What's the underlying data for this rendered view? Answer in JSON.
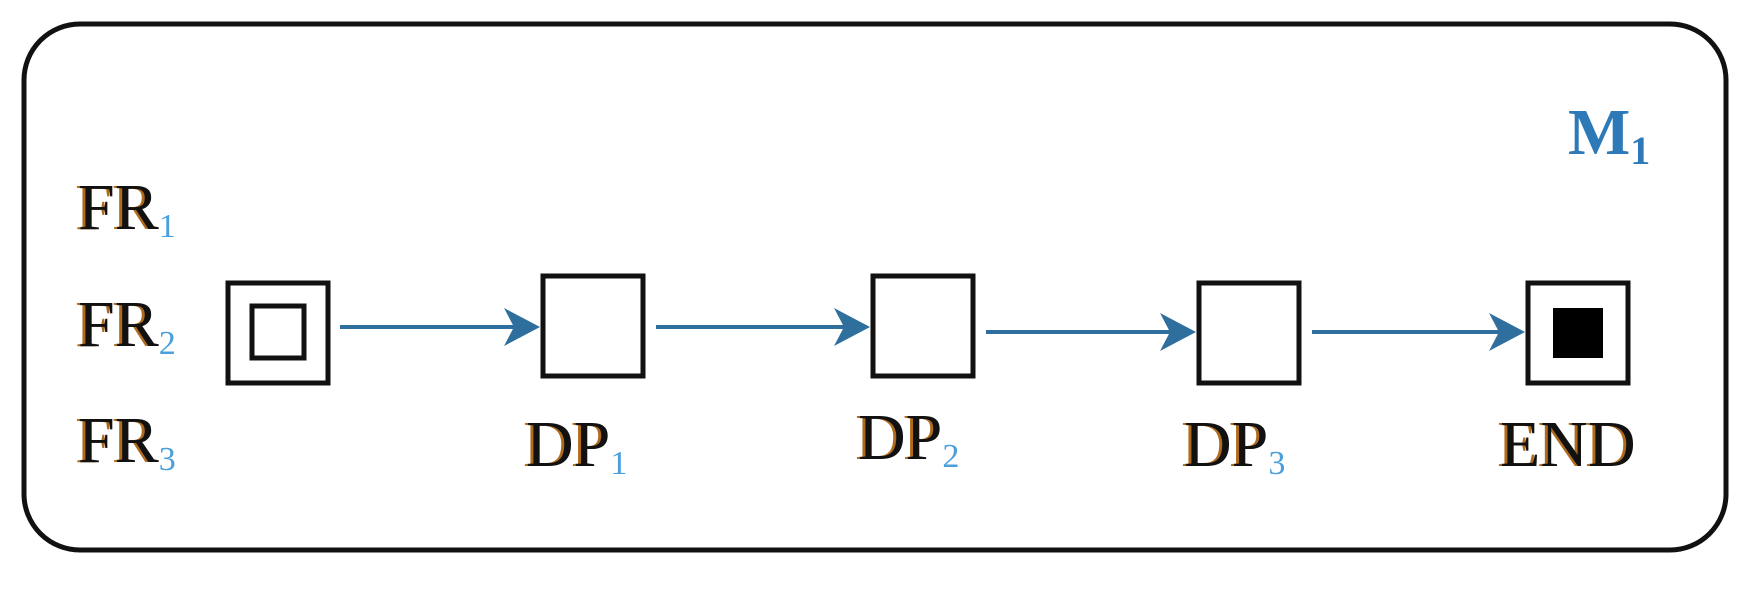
{
  "module": {
    "name": "M",
    "index": "1"
  },
  "functional_requirements": [
    {
      "name": "FR",
      "index": "1"
    },
    {
      "name": "FR",
      "index": "2"
    },
    {
      "name": "FR",
      "index": "3"
    }
  ],
  "nodes": [
    {
      "kind": "start"
    },
    {
      "kind": "process",
      "name": "DP",
      "index": "1"
    },
    {
      "kind": "process",
      "name": "DP",
      "index": "2"
    },
    {
      "kind": "process",
      "name": "DP",
      "index": "3"
    },
    {
      "kind": "end",
      "name": "END",
      "index": ""
    }
  ],
  "colors": {
    "border": "#111111",
    "arrow": "#2e6f9e",
    "module_label": "#2e7ab8",
    "end_fill": "#000000"
  }
}
